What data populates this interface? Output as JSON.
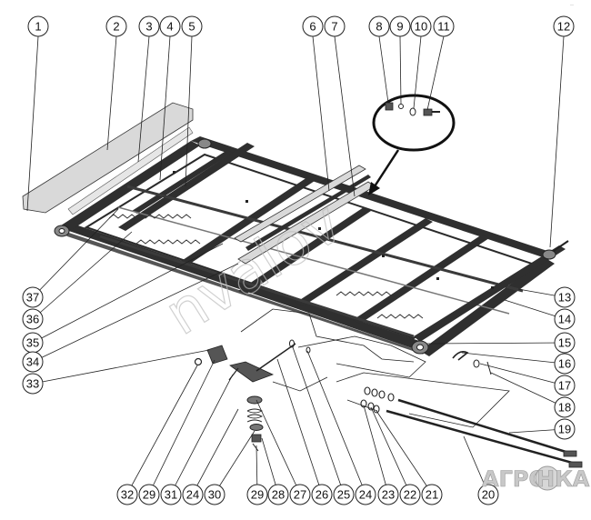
{
  "callouts": {
    "top": [
      "1",
      "2",
      "3",
      "4",
      "5",
      "6",
      "7",
      "8",
      "9",
      "10",
      "11",
      "12"
    ],
    "right": [
      "13",
      "14",
      "15",
      "16",
      "17",
      "18",
      "19"
    ],
    "bottom": [
      "32",
      "29",
      "31",
      "24",
      "30",
      "29",
      "28",
      "27",
      "26",
      "25",
      "24",
      "23",
      "22",
      "21",
      "20"
    ],
    "left": [
      "37",
      "36",
      "35",
      "34",
      "33"
    ]
  },
  "watermark": "nvalov",
  "logo": {
    "left": "АГРО",
    "right": "НКА"
  },
  "corner_mark": "—"
}
